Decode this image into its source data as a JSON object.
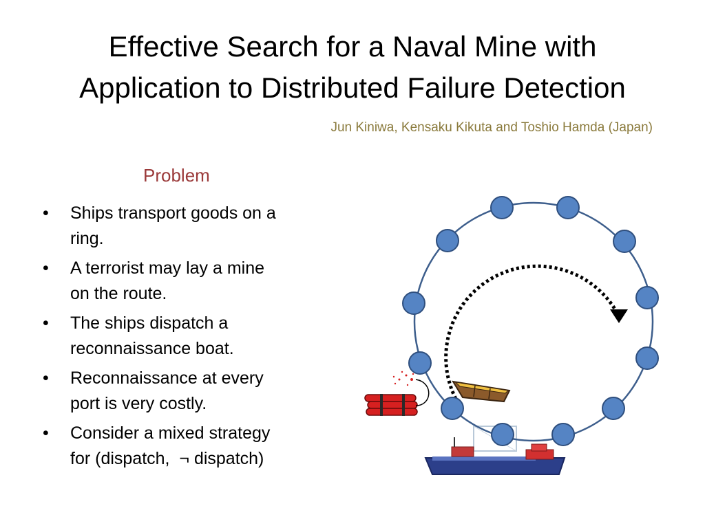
{
  "slide": {
    "title_line1": "Effective Search for a Naval Mine with",
    "title_line2": "Application to Distributed Failure Detection",
    "authors": "Jun Kiniwa, Kensaku Kikuta and Toshio Hamda  (Japan)",
    "subheading": "Problem",
    "bullet_symbol": "•",
    "bullets": [
      {
        "line1": "Ships transport goods on a",
        "line2": "ring."
      },
      {
        "line1": "A terrorist may lay a mine",
        "line2": "on the route."
      },
      {
        "line1": "The ships dispatch a",
        "line2": "reconnaissance boat."
      },
      {
        "line1": "Reconnaissance at every",
        "line2": "port is very costly."
      },
      {
        "line1": "Consider a mixed strategy",
        "line2": "for (dispatch,  ¬ dispatch)"
      }
    ]
  },
  "diagram": {
    "port_count": 12,
    "colors": {
      "ring": "#3d5e8c",
      "port_fill": "#5584c4",
      "port_stroke": "#2f4f7e",
      "dynamite": "#d62020",
      "ship_hull": "#2c3f8a",
      "boat_hull": "#8b5a2b"
    },
    "icons": [
      "dynamite-icon",
      "reconnaissance-boat-icon",
      "cargo-ship-icon",
      "direction-arrow-icon"
    ]
  }
}
